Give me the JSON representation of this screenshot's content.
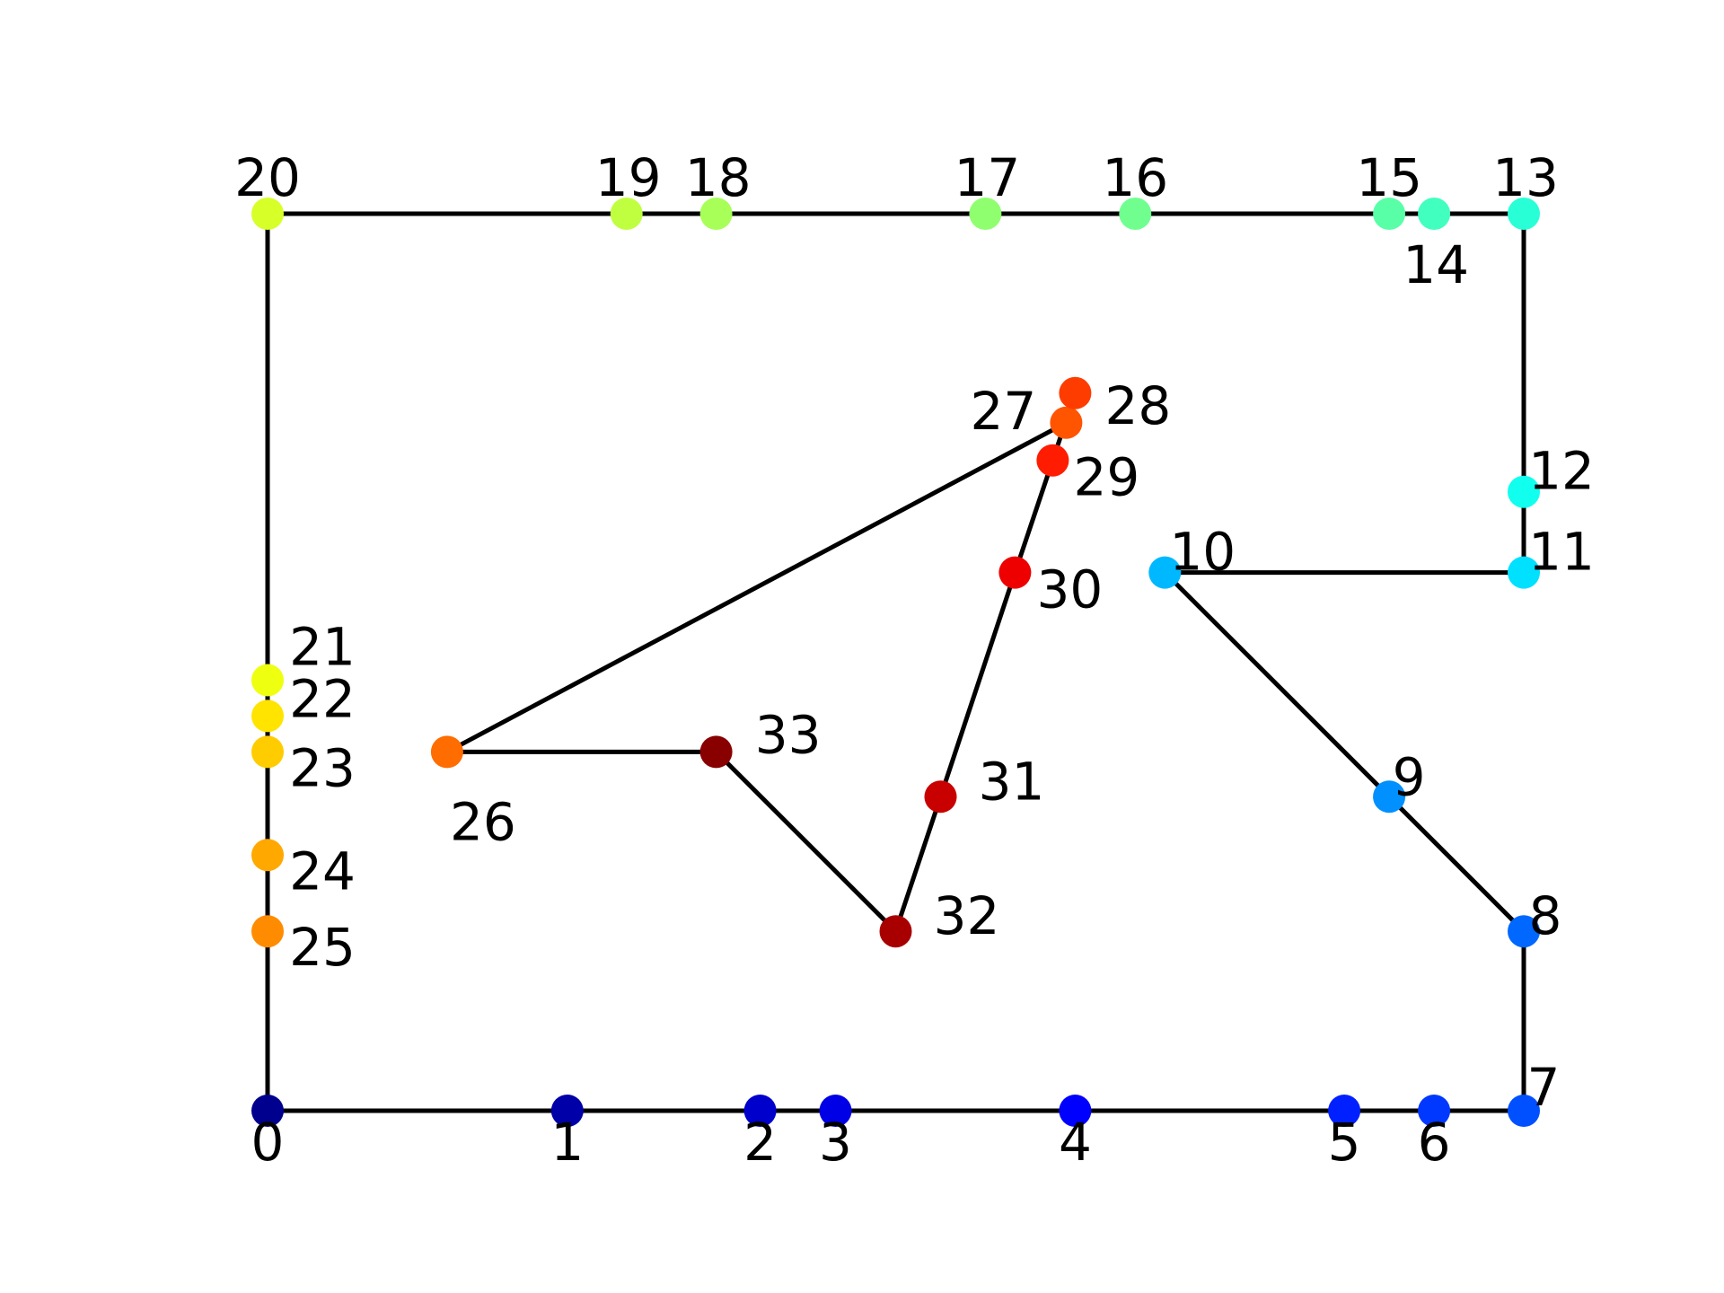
{
  "chart_data": {
    "type": "scatter",
    "title": "",
    "xlabel": "",
    "ylabel": "",
    "xlim": [
      0,
      14
    ],
    "ylim": [
      -0.6,
      10.5
    ],
    "grid": false,
    "legend": "none",
    "colormap": "jet",
    "line_color": "#000000",
    "outer_boundary": [
      0,
      1,
      2,
      3,
      4,
      5,
      6,
      7,
      8,
      9,
      10,
      11,
      12,
      13,
      14,
      15,
      16,
      17,
      18,
      19,
      20,
      21,
      22,
      23,
      24,
      25,
      0
    ],
    "inner_boundary": [
      26,
      27,
      28,
      29,
      30,
      31,
      32,
      33,
      26
    ],
    "points": [
      {
        "label": "0",
        "x": 0.0,
        "y": 0.0,
        "color": "#00008f"
      },
      {
        "label": "1",
        "x": 3.34,
        "y": 0.0,
        "color": "#0000a8"
      },
      {
        "label": "2",
        "x": 5.49,
        "y": 0.0,
        "color": "#0000cc"
      },
      {
        "label": "3",
        "x": 6.33,
        "y": 0.0,
        "color": "#0000e6"
      },
      {
        "label": "4",
        "x": 9.0,
        "y": 0.0,
        "color": "#0000ff"
      },
      {
        "label": "5",
        "x": 12.0,
        "y": 0.0,
        "color": "#0020ff"
      },
      {
        "label": "6",
        "x": 13.0,
        "y": 0.0,
        "color": "#0038ff"
      },
      {
        "label": "7",
        "x": 14.0,
        "y": 0.0,
        "color": "#0050ff"
      },
      {
        "label": "8",
        "x": 14.0,
        "y": 2.0,
        "color": "#0068ff"
      },
      {
        "label": "9",
        "x": 12.5,
        "y": 3.5,
        "color": "#0090ff"
      },
      {
        "label": "10",
        "x": 10.0,
        "y": 6.0,
        "color": "#00b8ff"
      },
      {
        "label": "11",
        "x": 14.0,
        "y": 6.0,
        "color": "#00e0ff"
      },
      {
        "label": "12",
        "x": 14.0,
        "y": 6.9,
        "color": "#10ffef"
      },
      {
        "label": "13",
        "x": 14.0,
        "y": 10.0,
        "color": "#28ffd7"
      },
      {
        "label": "14",
        "x": 13.0,
        "y": 10.0,
        "color": "#40ffbf"
      },
      {
        "label": "15",
        "x": 12.5,
        "y": 10.0,
        "color": "#58ffa7"
      },
      {
        "label": "16",
        "x": 9.67,
        "y": 10.0,
        "color": "#70ff8f"
      },
      {
        "label": "17",
        "x": 8.0,
        "y": 10.0,
        "color": "#8fff70"
      },
      {
        "label": "18",
        "x": 5.0,
        "y": 10.0,
        "color": "#a7ff58"
      },
      {
        "label": "19",
        "x": 4.0,
        "y": 10.0,
        "color": "#bfff40"
      },
      {
        "label": "20",
        "x": 0.0,
        "y": 10.0,
        "color": "#d7ff28"
      },
      {
        "label": "21",
        "x": 0.0,
        "y": 4.8,
        "color": "#efff10"
      },
      {
        "label": "22",
        "x": 0.0,
        "y": 4.4,
        "color": "#ffe400"
      },
      {
        "label": "23",
        "x": 0.0,
        "y": 4.0,
        "color": "#ffcc00"
      },
      {
        "label": "24",
        "x": 0.0,
        "y": 2.85,
        "color": "#ffa800"
      },
      {
        "label": "25",
        "x": 0.0,
        "y": 2.0,
        "color": "#ff8c00"
      },
      {
        "label": "26",
        "x": 2.0,
        "y": 4.0,
        "color": "#ff6c00"
      },
      {
        "label": "27",
        "x": 8.9,
        "y": 7.67,
        "color": "#ff5400"
      },
      {
        "label": "28",
        "x": 9.0,
        "y": 8.0,
        "color": "#ff3c00"
      },
      {
        "label": "29",
        "x": 8.75,
        "y": 7.25,
        "color": "#ff1c00"
      },
      {
        "label": "30",
        "x": 8.33,
        "y": 6.0,
        "color": "#ee0000"
      },
      {
        "label": "31",
        "x": 7.5,
        "y": 3.5,
        "color": "#c80000"
      },
      {
        "label": "32",
        "x": 7.0,
        "y": 2.0,
        "color": "#a80000"
      },
      {
        "label": "33",
        "x": 5.0,
        "y": 4.0,
        "color": "#880000"
      }
    ]
  }
}
